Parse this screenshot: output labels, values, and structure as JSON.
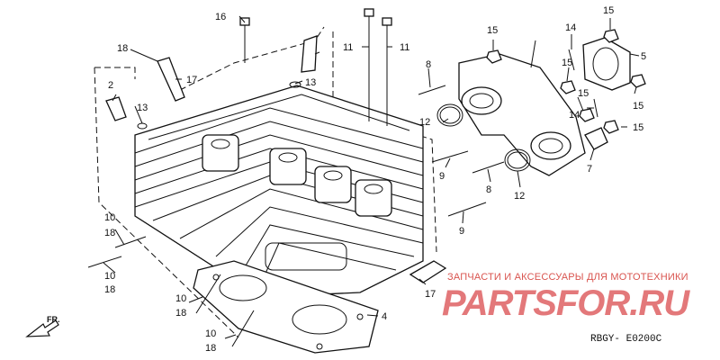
{
  "callouts": [
    {
      "id": "c16",
      "text": "16"
    },
    {
      "id": "c11a",
      "text": "11"
    },
    {
      "id": "c11b",
      "text": "11"
    },
    {
      "id": "c18top",
      "text": "18"
    },
    {
      "id": "c17top",
      "text": "17"
    },
    {
      "id": "c2",
      "text": "2"
    },
    {
      "id": "c13a",
      "text": "13"
    },
    {
      "id": "c13b",
      "text": "13"
    },
    {
      "id": "c15a",
      "text": "15"
    },
    {
      "id": "c8a",
      "text": "8"
    },
    {
      "id": "c14a",
      "text": "14"
    },
    {
      "id": "c15b",
      "text": "15"
    },
    {
      "id": "c5",
      "text": "5"
    },
    {
      "id": "c15c",
      "text": "15"
    },
    {
      "id": "c12a",
      "text": "12"
    },
    {
      "id": "c15d",
      "text": "15"
    },
    {
      "id": "c14b",
      "text": "14"
    },
    {
      "id": "c15e",
      "text": "15"
    },
    {
      "id": "c15f",
      "text": "15"
    },
    {
      "id": "c9a",
      "text": "9"
    },
    {
      "id": "c7",
      "text": "7"
    },
    {
      "id": "c8b",
      "text": "8"
    },
    {
      "id": "c12b",
      "text": "12"
    },
    {
      "id": "c10a",
      "text": "10"
    },
    {
      "id": "c18a",
      "text": "18"
    },
    {
      "id": "c9b",
      "text": "9"
    },
    {
      "id": "c10b",
      "text": "10"
    },
    {
      "id": "c18b",
      "text": "18"
    },
    {
      "id": "c17bot",
      "text": "17"
    },
    {
      "id": "c10c",
      "text": "10"
    },
    {
      "id": "c18c",
      "text": "18"
    },
    {
      "id": "c4",
      "text": "4"
    },
    {
      "id": "c10d",
      "text": "10"
    },
    {
      "id": "c18d",
      "text": "18"
    }
  ],
  "watermark": {
    "line1": "ЗАПЧАСТИ И АКСЕССУАРЫ ДЛЯ МОТОТЕХНИКИ",
    "logo": "PARTSFOR.RU",
    "color": "#e3787a"
  },
  "diagram_code": "RBGY- E0200C",
  "front_label": "FR."
}
